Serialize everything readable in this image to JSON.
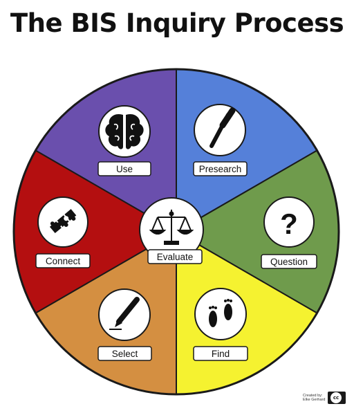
{
  "title": "The BIS Inquiry Process",
  "colors": {
    "use": "#6a4fad",
    "presearch": "#5580d9",
    "question": "#6f9b4c",
    "find": "#f5f230",
    "select": "#d48f41",
    "connect": "#b40f10",
    "outline": "#1a1a1a"
  },
  "segments": [
    {
      "id": "use",
      "label": "Use",
      "icon": "brain-icon"
    },
    {
      "id": "presearch",
      "label": "Presearch",
      "icon": "telescope-icon"
    },
    {
      "id": "question",
      "label": "Question",
      "icon": "question-mark-icon"
    },
    {
      "id": "find",
      "label": "Find",
      "icon": "footprints-icon"
    },
    {
      "id": "select",
      "label": "Select",
      "icon": "pen-icon"
    },
    {
      "id": "connect",
      "label": "Connect",
      "icon": "puzzle-icon"
    }
  ],
  "center": {
    "label": "Evaluate",
    "icon": "balance-scale-icon"
  },
  "credit": {
    "line1": "Created by:",
    "line2": "Elke Gerhard",
    "badge": "cc"
  }
}
